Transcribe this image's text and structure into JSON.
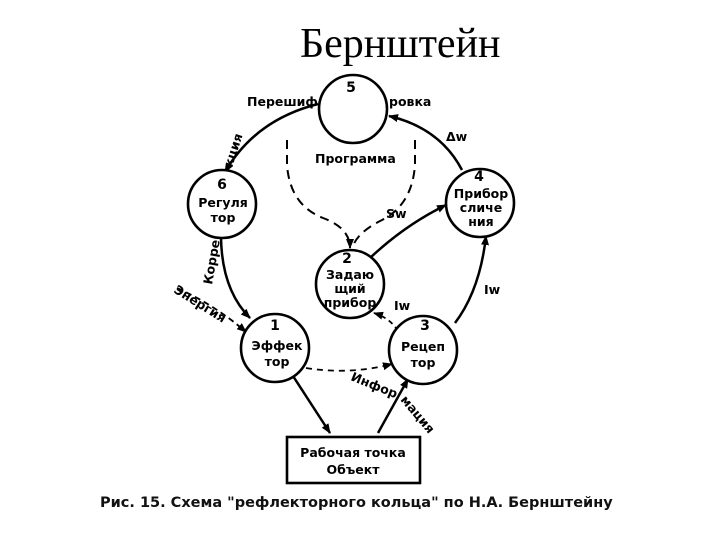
{
  "title": "Бернштейн",
  "nodes": {
    "n5": {
      "num": "5",
      "lines": []
    },
    "n6": {
      "num": "6",
      "lines": [
        "Регуля",
        "тор"
      ]
    },
    "n4": {
      "num": "4",
      "lines": [
        "Прибор",
        "сличе",
        "ния"
      ]
    },
    "n2": {
      "num": "2",
      "lines": [
        "Задаю",
        "щий",
        "прибор"
      ]
    },
    "n1": {
      "num": "1",
      "lines": [
        "Эффек",
        "тор"
      ]
    },
    "n3": {
      "num": "3",
      "lines": [
        "Рецеп",
        "тор"
      ]
    }
  },
  "object_box": {
    "line1": "Рабочая точка",
    "line2": "Объект"
  },
  "edge_labels": {
    "recoding_left": "Перешиф",
    "recoding_right": "ровка",
    "program": "Программа",
    "correction_a": "кция",
    "correction_b": "Корре",
    "energy": "Энергия",
    "information_a": "Инфор",
    "information_b": "мация",
    "delta_w": "Δw",
    "sw": "Sw",
    "iw_inner": "Iw",
    "iw_outer": "Iw"
  },
  "caption": "Рис. 15. Схема \"рефлекторного кольца\" по Н.А. Бернштейну"
}
